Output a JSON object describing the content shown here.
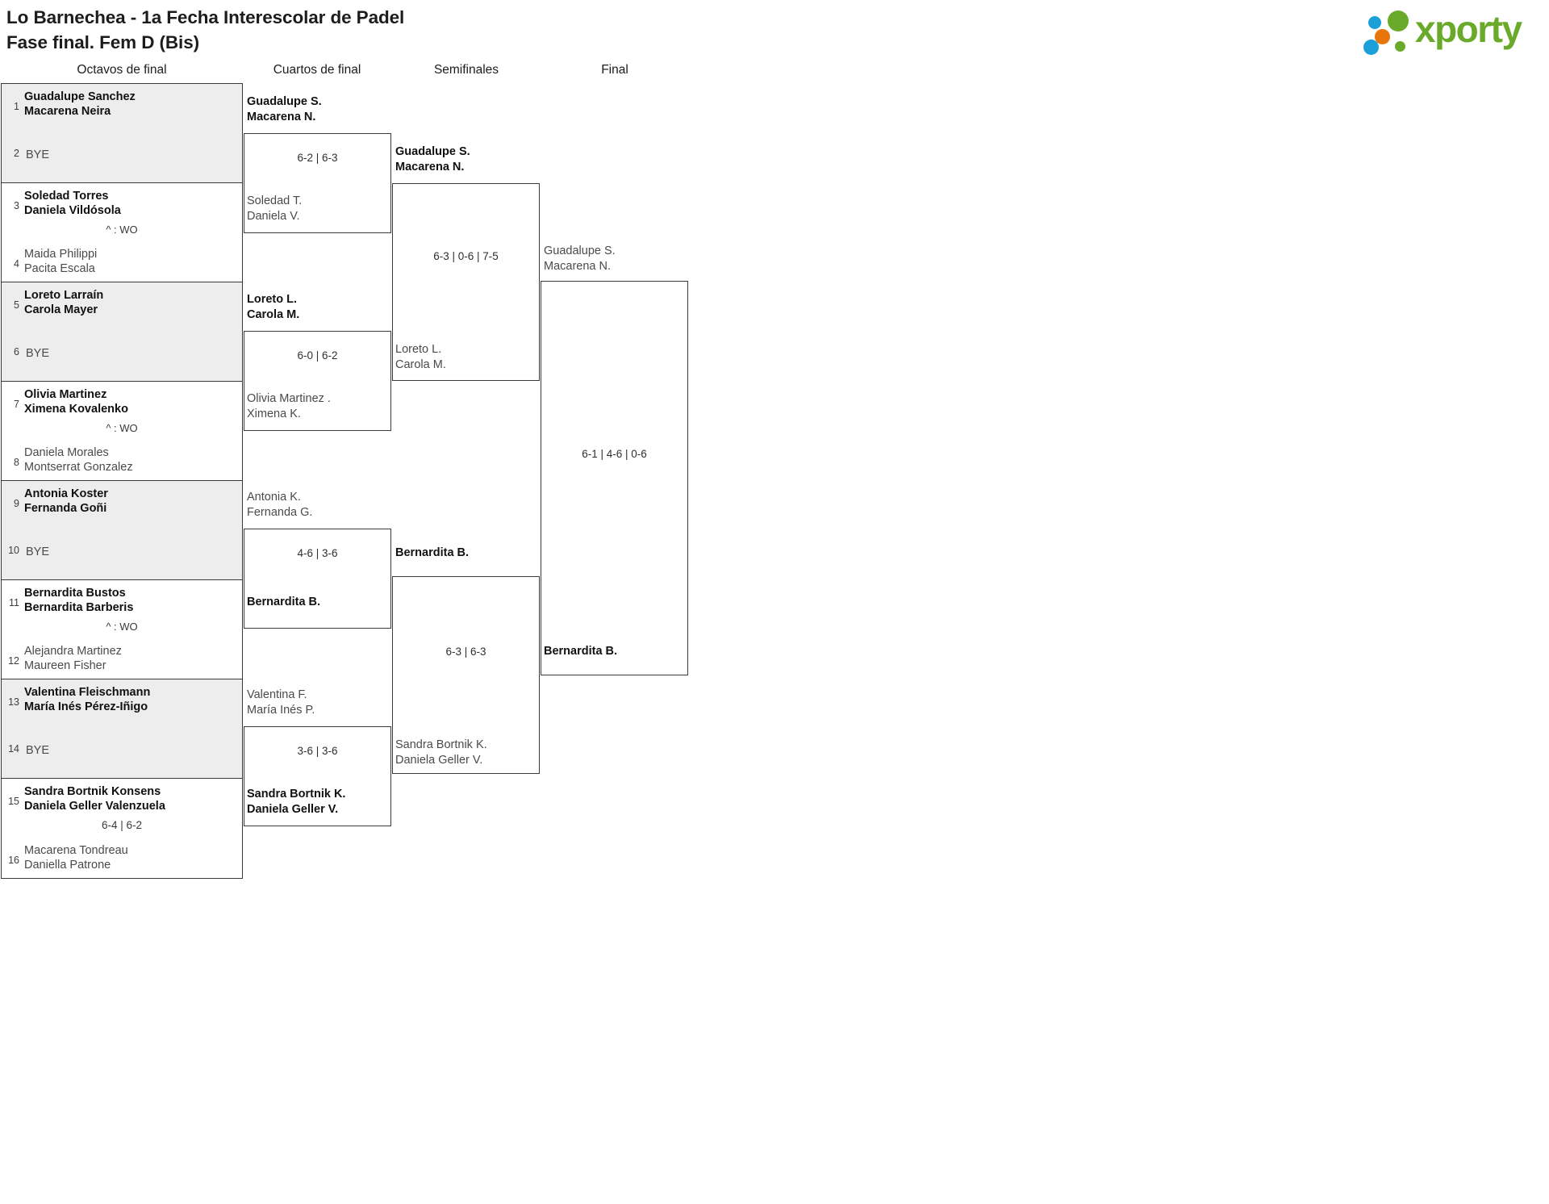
{
  "header": {
    "title_line1": "Lo Barnechea - 1a Fecha Interescolar de Padel",
    "title_line2": "Fase final. Fem D (Bis)",
    "logo_text": "xporty"
  },
  "rounds": [
    {
      "label": "Octavos de final"
    },
    {
      "label": "Cuartos de final"
    },
    {
      "label": "Semifinales"
    },
    {
      "label": "Final"
    }
  ],
  "labels": {
    "bye": "BYE"
  },
  "round1": [
    {
      "shaded": true,
      "score": "",
      "top": {
        "seed": "1",
        "winner": true,
        "bye": false,
        "p1": "Guadalupe Sanchez",
        "p2": "Macarena Neira"
      },
      "bottom": {
        "seed": "2",
        "winner": false,
        "bye": true,
        "p1": "BYE",
        "p2": ""
      }
    },
    {
      "shaded": false,
      "score": "^ : WO",
      "top": {
        "seed": "3",
        "winner": true,
        "bye": false,
        "p1": "Soledad Torres",
        "p2": "Daniela Vildósola"
      },
      "bottom": {
        "seed": "4",
        "winner": false,
        "bye": false,
        "p1": "Maida Philippi",
        "p2": "Pacita Escala"
      }
    },
    {
      "shaded": true,
      "score": "",
      "top": {
        "seed": "5",
        "winner": true,
        "bye": false,
        "p1": "Loreto Larraín",
        "p2": "Carola Mayer"
      },
      "bottom": {
        "seed": "6",
        "winner": false,
        "bye": true,
        "p1": "BYE",
        "p2": ""
      }
    },
    {
      "shaded": false,
      "score": "^ : WO",
      "top": {
        "seed": "7",
        "winner": true,
        "bye": false,
        "p1": "Olivia Martinez",
        "p2": "Ximena Kovalenko"
      },
      "bottom": {
        "seed": "8",
        "winner": false,
        "bye": false,
        "p1": "Daniela Morales",
        "p2": "Montserrat Gonzalez"
      }
    },
    {
      "shaded": true,
      "score": "",
      "top": {
        "seed": "9",
        "winner": true,
        "bye": false,
        "p1": "Antonia Koster",
        "p2": "Fernanda Goñi"
      },
      "bottom": {
        "seed": "10",
        "winner": false,
        "bye": true,
        "p1": "BYE",
        "p2": ""
      }
    },
    {
      "shaded": false,
      "score": "^ : WO",
      "top": {
        "seed": "11",
        "winner": true,
        "bye": false,
        "p1": "Bernardita Bustos",
        "p2": "Bernardita Barberis"
      },
      "bottom": {
        "seed": "12",
        "winner": false,
        "bye": false,
        "p1": "Alejandra Martinez",
        "p2": "Maureen Fisher"
      }
    },
    {
      "shaded": true,
      "score": "",
      "top": {
        "seed": "13",
        "winner": true,
        "bye": false,
        "p1": "Valentina Fleischmann",
        "p2": "María Inés Pérez-Iñigo"
      },
      "bottom": {
        "seed": "14",
        "winner": false,
        "bye": true,
        "p1": "BYE",
        "p2": ""
      }
    },
    {
      "shaded": false,
      "score": "6-4 | 6-2",
      "top": {
        "seed": "15",
        "winner": true,
        "bye": false,
        "p1": "Sandra Bortnik Konsens",
        "p2": "Daniela Geller Valenzuela"
      },
      "bottom": {
        "seed": "16",
        "winner": false,
        "bye": false,
        "p1": "Macarena Tondreau",
        "p2": "Daniella Patrone"
      }
    }
  ],
  "round2": [
    {
      "score": "6-2 | 6-3",
      "top": {
        "winner": true,
        "p1": "Guadalupe S.",
        "p2": "Macarena N."
      },
      "bottom": {
        "winner": false,
        "p1": "Soledad T.",
        "p2": "Daniela V."
      }
    },
    {
      "score": "6-0 | 6-2",
      "top": {
        "winner": true,
        "p1": "Loreto L.",
        "p2": "Carola M."
      },
      "bottom": {
        "winner": false,
        "p1": "Olivia Martinez .",
        "p2": "Ximena K."
      }
    },
    {
      "score": "4-6 | 3-6",
      "top": {
        "winner": false,
        "p1": "Antonia K.",
        "p2": "Fernanda G."
      },
      "bottom": {
        "winner": true,
        "p1": "Bernardita B.",
        "p2": ""
      }
    },
    {
      "score": "3-6 | 3-6",
      "top": {
        "winner": false,
        "p1": "Valentina F.",
        "p2": "María Inés P."
      },
      "bottom": {
        "winner": true,
        "p1": "Sandra Bortnik K.",
        "p2": "Daniela Geller V."
      }
    }
  ],
  "round3": [
    {
      "score": "6-3 | 0-6 | 7-5",
      "top": {
        "winner": true,
        "p1": "Guadalupe S.",
        "p2": "Macarena N."
      },
      "bottom": {
        "winner": false,
        "p1": "Loreto L.",
        "p2": "Carola M."
      }
    },
    {
      "score": "6-3 | 6-3",
      "top": {
        "winner": true,
        "p1": "Bernardita B.",
        "p2": ""
      },
      "bottom": {
        "winner": false,
        "p1": "Sandra Bortnik K.",
        "p2": "Daniela Geller V."
      }
    }
  ],
  "round4": [
    {
      "score": "6-1 | 4-6 | 0-6",
      "top": {
        "winner": false,
        "p1": "Guadalupe S.",
        "p2": "Macarena N."
      },
      "bottom": {
        "winner": true,
        "p1": "Bernardita B.",
        "p2": ""
      }
    }
  ]
}
